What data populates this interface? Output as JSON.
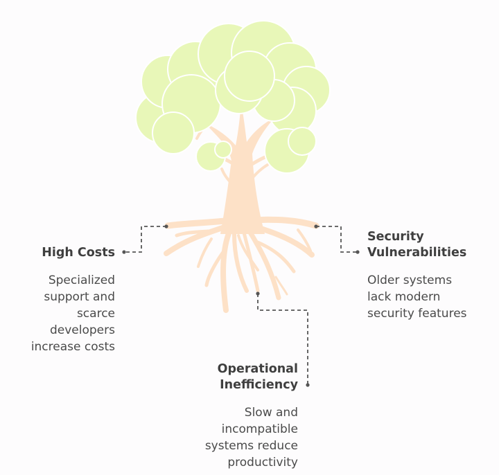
{
  "colors": {
    "foliage": "#e8f7b8",
    "foliage_outline": "#ffffff",
    "trunk": "#fde1c7",
    "connector": "#555555",
    "text": "#4a4a4a",
    "background": "#fdfcfd"
  },
  "causes": [
    {
      "id": "high-costs",
      "title": "High Costs",
      "description": "Specialized\nsupport and\nscarce\ndevelopers\nincrease costs"
    },
    {
      "id": "security-vulnerabilities",
      "title": "Security\nVulnerabilities",
      "description": "Older systems\nlack modern\nsecurity features"
    },
    {
      "id": "operational-inefficiency",
      "title": "Operational\nInefficiency",
      "description": "Slow and\nincompatible\nsystems reduce\nproductivity"
    }
  ]
}
